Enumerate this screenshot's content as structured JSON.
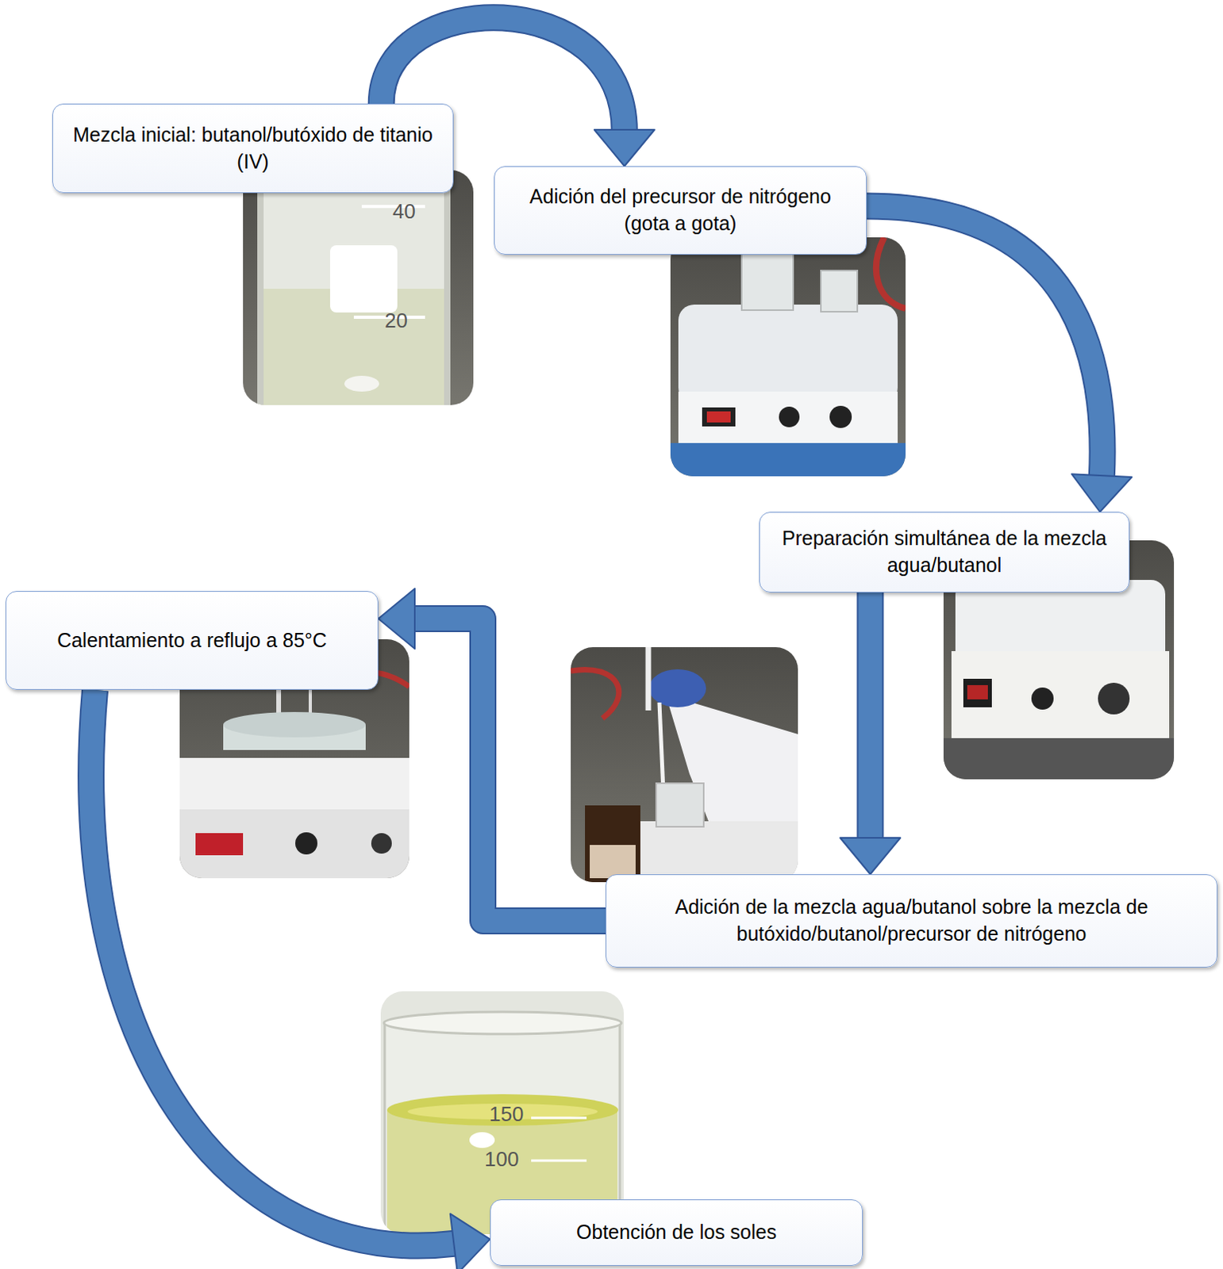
{
  "diagram": {
    "nodes": [
      {
        "text": [
          "Mezcla inicial: butanol/butóxido de titanio (IV)"
        ]
      },
      {
        "text": [
          "Adición del precursor de nitrógeno (gota a gota)"
        ]
      },
      {
        "text": [
          "Preparación simultánea de la mezcla agua/butanol"
        ]
      },
      {
        "text": [
          "Adición de la mezcla agua/butanol sobre la mezcla de butóxido/butanol/precursor de nitrógeno"
        ]
      },
      {
        "text": [
          "Calentamiento a reflujo a 85°C"
        ]
      },
      {
        "text": [
          "Obtención de los soles"
        ]
      }
    ],
    "edges": [
      {
        "from": 0,
        "to": 1,
        "arrow": "to"
      },
      {
        "from": 1,
        "to": 2,
        "arrow": "to"
      },
      {
        "from": 2,
        "to": 3,
        "arrow": "to"
      },
      {
        "from": 3,
        "to": 4,
        "arrow": "to"
      },
      {
        "from": 4,
        "to": 5,
        "arrow": "to"
      }
    ],
    "labels": [
      "40",
      "20",
      "150",
      "100"
    ]
  }
}
